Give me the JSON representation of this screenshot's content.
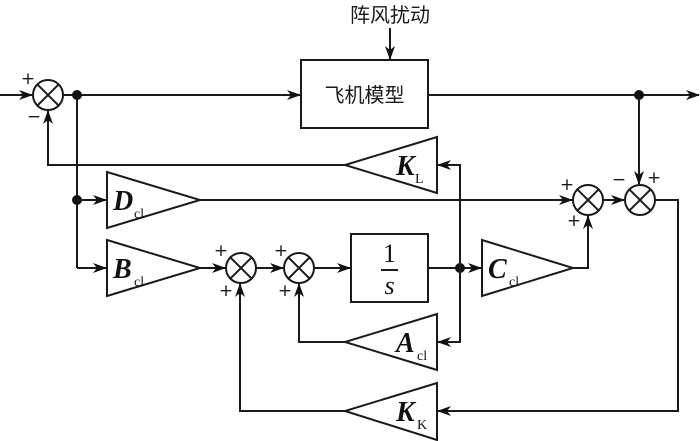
{
  "diagram": {
    "type": "control-block-diagram",
    "disturbance_label": "阵风扰动",
    "plant_label": "飞机模型",
    "integrator": {
      "numerator": "1",
      "denominator": "s"
    },
    "gains": {
      "KL": {
        "main": "K",
        "sub": "L"
      },
      "Dcl": {
        "main": "D",
        "sub": "cl"
      },
      "Bcl": {
        "main": "B",
        "sub": "cl"
      },
      "Ccl": {
        "main": "C",
        "sub": "cl"
      },
      "Acl": {
        "main": "A",
        "sub": "cl"
      },
      "KK": {
        "main": "K",
        "sub": "K"
      }
    },
    "summing_junctions": [
      {
        "id": "input",
        "signs": {
          "top": "+",
          "bottom": "−"
        }
      },
      {
        "id": "sum-b",
        "signs": {
          "top": "+",
          "bottom": "+"
        }
      },
      {
        "id": "sum-integrator",
        "signs": {
          "top": "+",
          "bottom": "+"
        }
      },
      {
        "id": "sum-output",
        "signs": {
          "top": "+",
          "bottom": "+"
        }
      },
      {
        "id": "sum-error",
        "signs": {
          "left": "−",
          "right": "+"
        }
      }
    ]
  }
}
